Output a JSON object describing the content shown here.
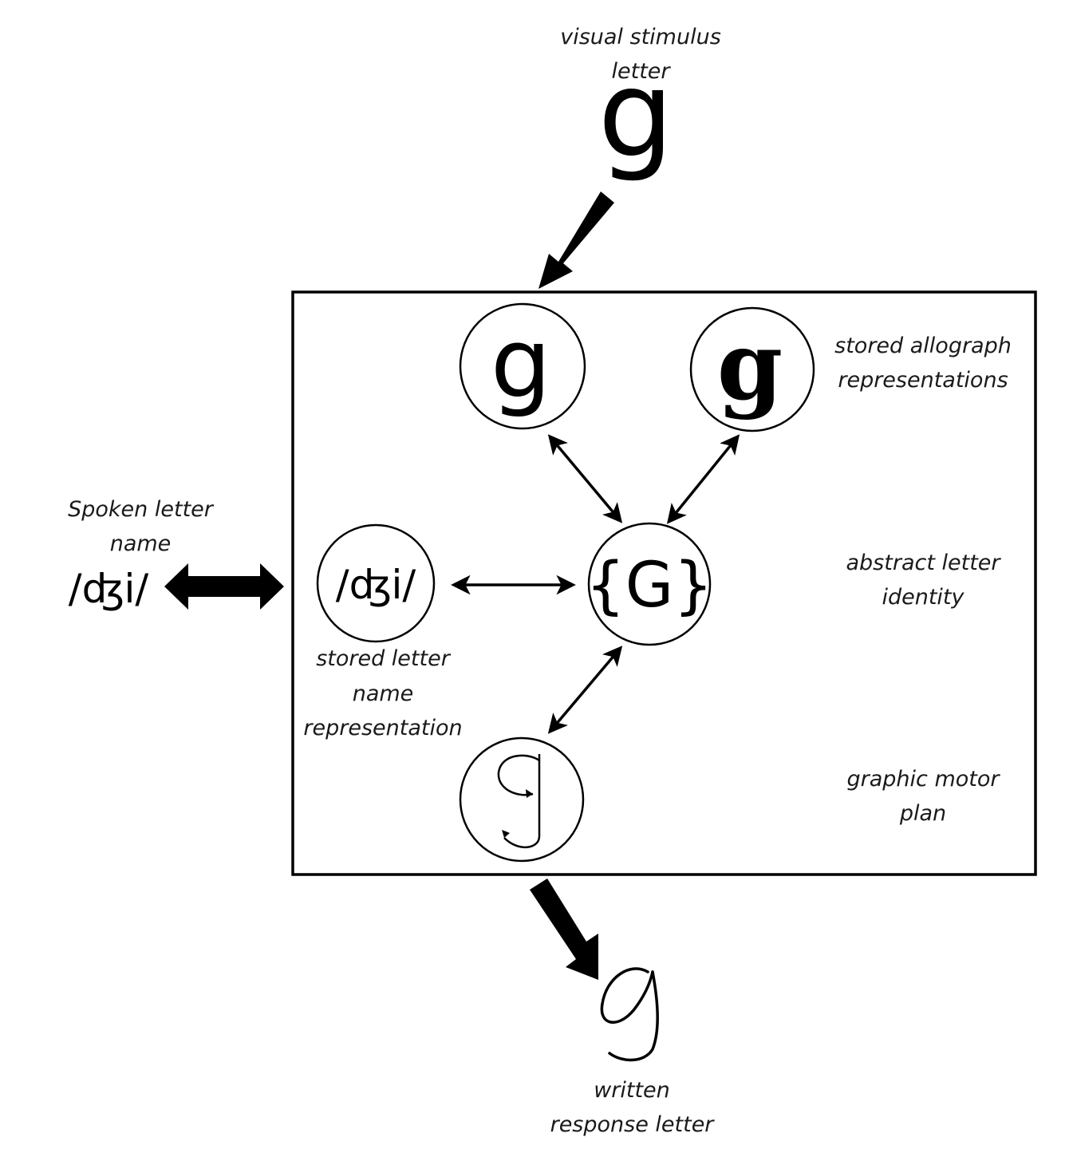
{
  "diagram": {
    "title": "Letter processing model",
    "visual_stimulus": {
      "label_line1": "visual stimulus",
      "label_line2": "letter",
      "glyph": "g"
    },
    "spoken_name": {
      "label_line1": "Spoken letter",
      "label_line2": "name",
      "glyph": "/ʤi/"
    },
    "nodes": {
      "allograph_single": {
        "glyph": "g"
      },
      "allograph_double": {
        "glyph": "g"
      },
      "abstract_identity": {
        "glyph": "{G}"
      },
      "letter_name": {
        "glyph": "/ʤi/"
      },
      "motor_plan": {
        "glyph": "g"
      }
    },
    "labels": {
      "allograph_line1": "stored allograph",
      "allograph_line2": "representations",
      "abstract_line1": "abstract letter",
      "abstract_line2": "identity",
      "letter_name_line1": "stored letter",
      "letter_name_line2": "name",
      "letter_name_line3": "representation",
      "motor_line1": "graphic motor",
      "motor_line2": "plan"
    },
    "written_response": {
      "label_line1": "written",
      "label_line2": "response letter"
    },
    "edges": [
      {
        "from": "visual_stimulus",
        "to": "system_box",
        "type": "one-way",
        "weight": "heavy"
      },
      {
        "from": "spoken_name",
        "to": "system_box",
        "type": "two-way",
        "weight": "heavy"
      },
      {
        "from": "allograph_single",
        "to": "abstract_identity",
        "type": "two-way"
      },
      {
        "from": "allograph_double",
        "to": "abstract_identity",
        "type": "two-way"
      },
      {
        "from": "letter_name",
        "to": "abstract_identity",
        "type": "two-way"
      },
      {
        "from": "abstract_identity",
        "to": "motor_plan",
        "type": "two-way"
      },
      {
        "from": "system_box",
        "to": "written_response",
        "type": "one-way",
        "weight": "heavy"
      }
    ]
  }
}
